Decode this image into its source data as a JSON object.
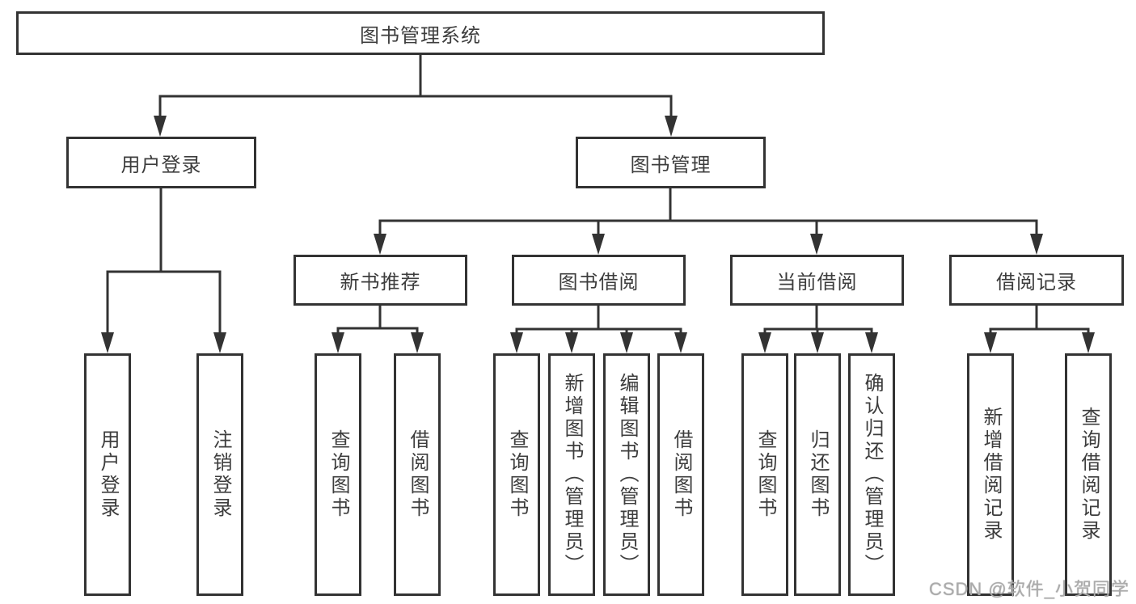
{
  "diagram": {
    "root": {
      "label": "图书管理系统"
    },
    "level2": [
      {
        "label": "用户登录"
      },
      {
        "label": "图书管理"
      }
    ],
    "level3": [
      {
        "label": "新书推荐"
      },
      {
        "label": "图书借阅"
      },
      {
        "label": "当前借阅"
      },
      {
        "label": "借阅记录"
      }
    ],
    "leaves": [
      {
        "label": "用户登录"
      },
      {
        "label": "注销登录"
      },
      {
        "label": "查询图书"
      },
      {
        "label": "借阅图书"
      },
      {
        "label": "查询图书"
      },
      {
        "label": "新增图书（管理员）"
      },
      {
        "label": "编辑图书（管理员）"
      },
      {
        "label": "借阅图书"
      },
      {
        "label": "查询图书"
      },
      {
        "label": "归还图书"
      },
      {
        "label": "确认归还（管理员）"
      },
      {
        "label": "新增借阅记录"
      },
      {
        "label": "查询借阅记录"
      }
    ]
  },
  "watermark": {
    "text": "CSDN @软件_小贺同学"
  },
  "colors": {
    "line": "#333333",
    "text": "#3d3d3d",
    "background": "#ffffff",
    "watermark": "#ababab"
  }
}
